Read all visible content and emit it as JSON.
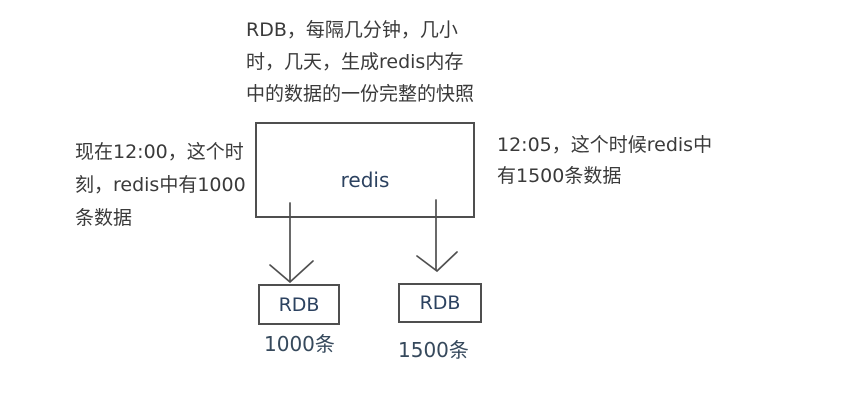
{
  "diagram_title": "redis RDB snapshot diagram",
  "colors": {
    "background": "#ffffff",
    "box_border": "#4f4f4f",
    "arrow": "#4f4f4f",
    "note_text": "#3a3a3a",
    "label_text": "#2c4260"
  },
  "rdb_note": {
    "lines": [
      "RDB，每隔几分钟，几小",
      "时，几天，生成redis内存",
      "中的数据的一份完整的快照"
    ]
  },
  "left_note": {
    "lines": [
      "现在12:00，这个时",
      "刻，redis中有1000",
      "条数据"
    ]
  },
  "right_note": {
    "lines": [
      "12:05，这个时候redis中",
      "有1500条数据"
    ]
  },
  "redis_box": {
    "label": "redis"
  },
  "snapshots": [
    {
      "label": "RDB",
      "count": "1000条"
    },
    {
      "label": "RDB",
      "count": "1500条"
    }
  ]
}
